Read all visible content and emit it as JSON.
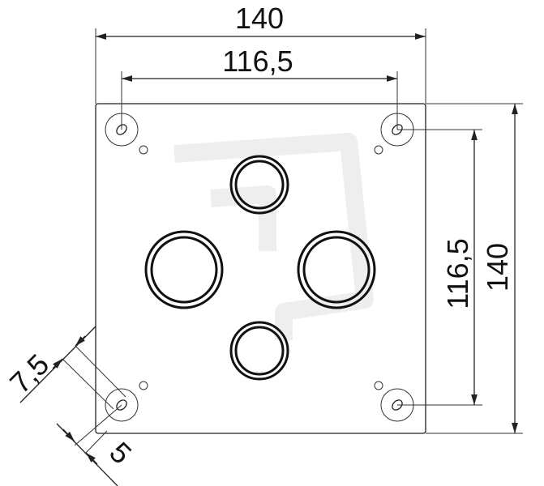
{
  "drawing": {
    "title": "Plate dimensions drawing",
    "dimensions": {
      "width_overall": "140",
      "width_hole_spacing": "116,5",
      "height_overall": "140",
      "height_hole_spacing": "116,5",
      "corner_offset": "7,5",
      "hole_offset": "5"
    },
    "colors": {
      "line": "#222222",
      "watermark": "#eeeeee"
    }
  }
}
